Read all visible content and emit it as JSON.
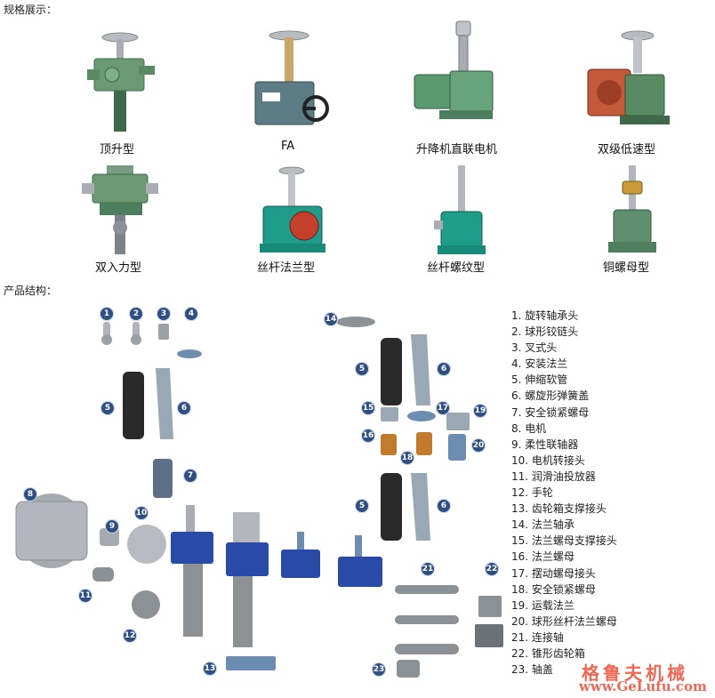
{
  "sections": {
    "specs_title": "规格展示：",
    "structure_title": "产品结构："
  },
  "models": [
    {
      "label": "顶升型"
    },
    {
      "label": "FA"
    },
    {
      "label": "升降机直联电机"
    },
    {
      "label": "双级低速型"
    },
    {
      "label": "双入力型"
    },
    {
      "label": "丝杆法兰型"
    },
    {
      "label": "丝杆螺纹型"
    },
    {
      "label": "铜螺母型"
    }
  ],
  "structure_badges": [
    "1",
    "2",
    "3",
    "4",
    "5",
    "6",
    "7",
    "8",
    "9",
    "10",
    "11",
    "12",
    "13",
    "14",
    "5",
    "6",
    "15",
    "17",
    "19",
    "16",
    "18",
    "20",
    "5",
    "6",
    "21",
    "22",
    "23"
  ],
  "parts": [
    "1. 旋转轴承头",
    "2. 球形铰链头",
    "3. 叉式头",
    "4. 安装法兰",
    "5. 伸缩软管",
    "6. 螺旋形弹簧盖",
    "7. 安全锁紧螺母",
    "8. 电机",
    "9. 柔性联轴器",
    "10. 电机转接头",
    "11. 润滑油投放器",
    "12. 手轮",
    "13. 齿轮箱支撑接头",
    "14. 法兰轴承",
    "15. 法兰螺母支撑接头",
    "16. 法兰螺母",
    "17. 摆动螺母接头",
    "18. 安全锁紧螺母",
    "19. 运载法兰",
    "20. 球形丝杆法兰螺母",
    "21. 连接轴",
    "22. 锥形齿轮箱",
    "23. 轴盖"
  ],
  "watermark": {
    "brand_cn": "格鲁夫机械",
    "url": "www.GeLufu.com",
    "color": "#f05b46"
  },
  "colors": {
    "badge": "#2f4f83",
    "gearbox_green": "#5f8f6e",
    "gearbox_teal": "#1f9c8a",
    "gearbox_blue": "#2a4aa8"
  }
}
